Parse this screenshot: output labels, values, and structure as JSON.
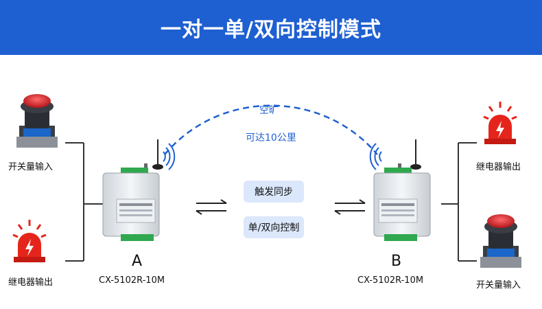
{
  "title": "一对一单/双向控制模式",
  "left": {
    "top_label": "开关量输入",
    "bottom_label": "继电器输出",
    "device_letter": "A",
    "device_model": "CX-5102R-10M"
  },
  "right": {
    "top_label": "继电器输出",
    "bottom_label": "开关量输入",
    "device_letter": "B",
    "device_model": "CX-5102R-10M"
  },
  "wireless": {
    "line1": "空旷",
    "line2": "可达10公里"
  },
  "center": {
    "feature1": "触发同步",
    "feature2": "单/双向控制"
  },
  "colors": {
    "banner": "#1e5fd1",
    "accent": "#1e5fd1",
    "alarm": "#e5251b",
    "pill": "#dbe7fb"
  }
}
